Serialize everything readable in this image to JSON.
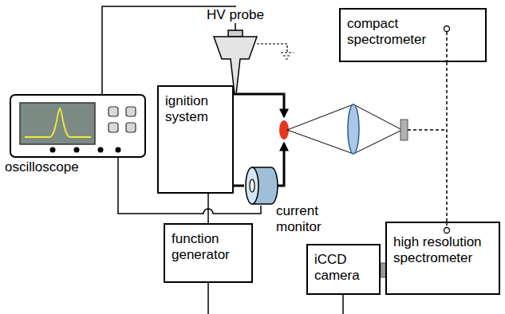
{
  "diagram": {
    "nodes": [
      {
        "text": [
          "HV probe"
        ]
      },
      {
        "text": [
          "compact spectrometer"
        ]
      },
      {
        "text": [
          "ignition system"
        ]
      },
      {
        "text": [
          "oscilloscope"
        ]
      },
      {
        "text": [
          "current monitor"
        ]
      },
      {
        "text": [
          "function generator"
        ]
      },
      {
        "text": [
          "iCCD camera"
        ]
      },
      {
        "text": [
          "high resolution spectrometer"
        ]
      }
    ],
    "edges": [
      {
        "from": 3,
        "to": 0,
        "arrow": "none"
      },
      {
        "from": 3,
        "to": 4,
        "arrow": "none"
      },
      {
        "from": 5,
        "to": 2,
        "arrow": "none"
      },
      {
        "from": 1,
        "to": 7,
        "arrow": "none"
      },
      {
        "from": 2,
        "to": 4,
        "arrow": "none"
      }
    ]
  }
}
